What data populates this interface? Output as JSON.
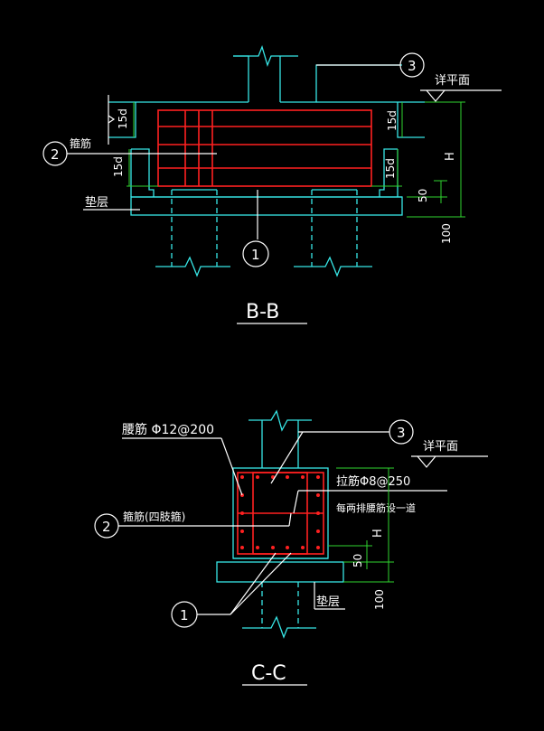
{
  "section_bb": {
    "title": "B-B",
    "labels": {
      "circle_3": "3",
      "circle_2": "2",
      "circle_1": "1",
      "see_plan": "详平面",
      "stirrup": "箍筋",
      "cushion": "垫层",
      "dim_15d_left_top": "15d",
      "dim_15d_left_bottom": "15d",
      "dim_15d_right_top": "15d",
      "dim_15d_right_bottom": "15d",
      "dim_h": "H",
      "dim_50": "50",
      "dim_100": "100"
    }
  },
  "section_cc": {
    "title": "C-C",
    "labels": {
      "waist_bar": "腰筋 Φ12@200",
      "circle_3": "3",
      "see_plan": "详平面",
      "tie_bar": "拉筋Φ8@250",
      "tie_note": "每两排腰筋设一道",
      "circle_2": "2",
      "stirrup_four": "箍筋(四肢箍)",
      "circle_1": "1",
      "cushion": "垫层",
      "dim_h": "H",
      "dim_50": "50",
      "dim_100": "100"
    }
  },
  "colors": {
    "structure": "#37e6e6",
    "rebar": "#ff2020",
    "dimension": "#2fd52f",
    "text": "#ffffff"
  }
}
